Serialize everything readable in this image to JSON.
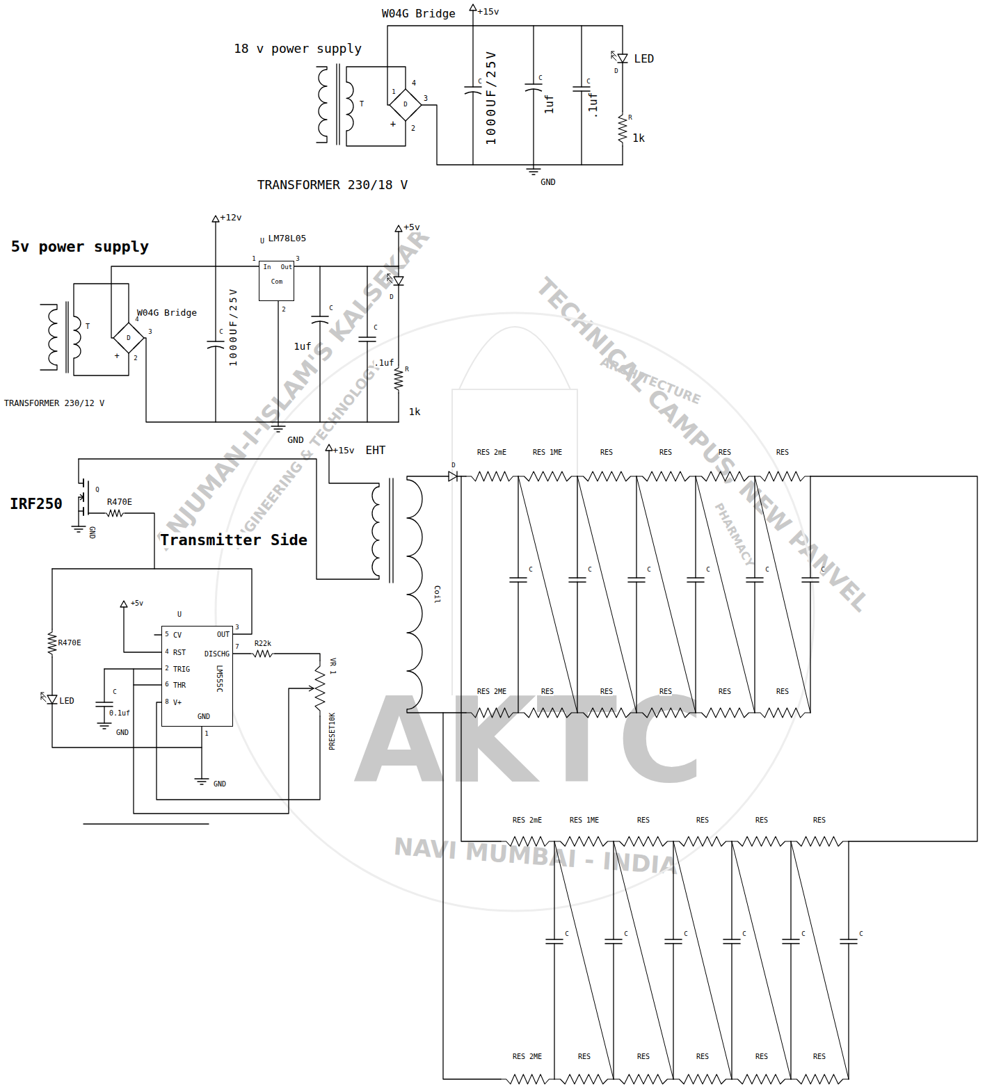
{
  "diagram": {
    "nodes": [
      {
        "text": [
          "LM78L05",
          "In",
          "Out",
          "Com"
        ]
      },
      {
        "text": [
          "LM555C",
          "CV",
          "RST",
          "TRIG",
          "THR",
          "V+",
          "OUT",
          "DISCHG",
          "GND"
        ]
      }
    ],
    "labels": [
      "W04G Bridge",
      "+15v",
      "18 v power supply",
      "T",
      "4",
      "3",
      "2",
      "+",
      "D",
      "1",
      "C",
      "1000UF/25V",
      "C",
      "1uf",
      "C",
      ".1uf",
      "LED",
      "D",
      "R",
      "1k",
      "GND",
      "TRANSFORMER 230/18 V",
      "5v power supply",
      "+12v",
      "W04G Bridge",
      "T",
      "4",
      "3",
      "2",
      "+",
      "D",
      "C",
      "1000UF/25V",
      "U",
      "1",
      "3",
      "2",
      "+5v",
      "C",
      "1uf",
      "C",
      ".1uf",
      "D",
      "R",
      "1k",
      "GND",
      "TRANSFORMER 230/12 V",
      "IRF250",
      "R470E",
      "Q",
      "GND",
      "Transmitter Side",
      "+15v",
      "EHT",
      "D",
      "Coil",
      "R470E",
      "LED",
      "C",
      "0.1uf",
      "GND",
      "+5v",
      "U",
      "5",
      "4",
      "2",
      "6",
      "8",
      "3",
      "7",
      "1",
      "R22k",
      "VR 1",
      "PRESET10K",
      "GND",
      "RES 2mE",
      "RES 1ME",
      "RES",
      "RES",
      "RES",
      "RES",
      "C",
      "C",
      "C",
      "C",
      "C",
      "C",
      "RES 2ME",
      "RES",
      "RES",
      "RES",
      "RES",
      "RES",
      "RES 2mE",
      "RES 1ME",
      "RES",
      "RES",
      "RES",
      "RES",
      "C",
      "C",
      "C",
      "C",
      "C",
      "C",
      "RES 2ME",
      "RES",
      "RES",
      "RES",
      "RES",
      "RES",
      "ANJUMAN-I-ISLAM'S KALSEKAR",
      "ENGINEERING & TECHNOLOGY",
      "TECHNICAL CAMPUS, NEW PANVEL",
      "ARCHITECTURE",
      "PHARMACY",
      "NAVI MUMBAI - INDIA",
      "AKTC"
    ]
  }
}
